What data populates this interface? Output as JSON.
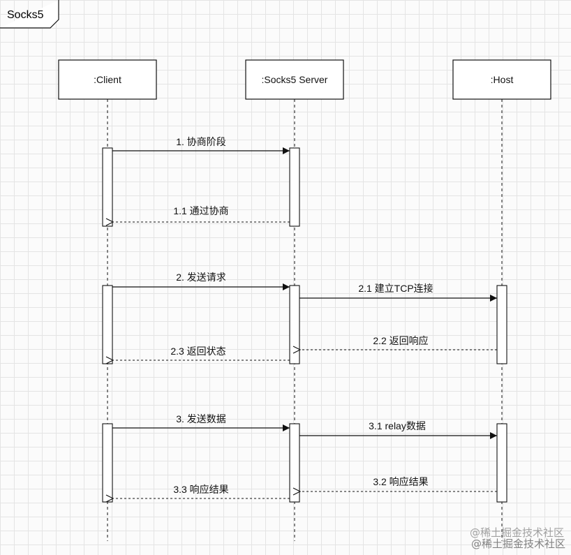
{
  "frame_label": "Socks5",
  "participants": [
    {
      "id": "client",
      "label": ":Client"
    },
    {
      "id": "server",
      "label": ":Socks5 Server"
    },
    {
      "id": "host",
      "label": ":Host"
    }
  ],
  "messages": [
    {
      "id": "m1",
      "from": "client",
      "to": "server",
      "label": "1. 协商阶段",
      "style": "solid"
    },
    {
      "id": "m11",
      "from": "server",
      "to": "client",
      "label": "1.1 通过协商",
      "style": "dashed"
    },
    {
      "id": "m2",
      "from": "client",
      "to": "server",
      "label": "2. 发送请求",
      "style": "solid"
    },
    {
      "id": "m21",
      "from": "server",
      "to": "host",
      "label": "2.1 建立TCP连接",
      "style": "solid"
    },
    {
      "id": "m22",
      "from": "host",
      "to": "server",
      "label": "2.2 返回响应",
      "style": "dashed"
    },
    {
      "id": "m23",
      "from": "server",
      "to": "client",
      "label": "2.3 返回状态",
      "style": "dashed"
    },
    {
      "id": "m3",
      "from": "client",
      "to": "server",
      "label": "3. 发送数据",
      "style": "solid"
    },
    {
      "id": "m31",
      "from": "server",
      "to": "host",
      "label": "3.1 relay数据",
      "style": "solid"
    },
    {
      "id": "m32",
      "from": "host",
      "to": "server",
      "label": "3.2 响应结果",
      "style": "dashed"
    },
    {
      "id": "m33",
      "from": "server",
      "to": "client",
      "label": "3.3 响应结果",
      "style": "dashed"
    }
  ],
  "watermark": "@稀土掘金技术社区",
  "colors": {
    "line": "#111111",
    "box_fill": "#ffffff",
    "grid": "#e4e4e4"
  }
}
